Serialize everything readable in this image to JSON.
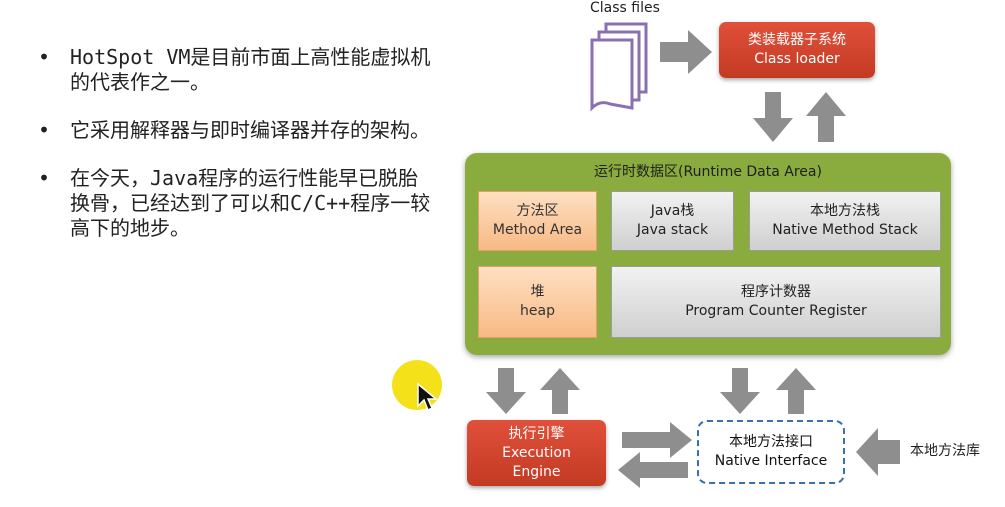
{
  "bullets": [
    "HotSpot VM是目前市面上高性能虚拟机的代表作之一。",
    "它采用解释器与即时编译器并存的架构。",
    "在今天，Java程序的运行性能早已脱胎换骨，已经达到了可以和C/C++程序一较高下的地步。"
  ],
  "diagram": {
    "class_files": "Class files",
    "class_loader": {
      "zh": "类装载器子系统",
      "en": "Class loader"
    },
    "runtime_area": "运行时数据区(Runtime Data Area)",
    "method_area": {
      "zh": "方法区",
      "en": "Method Area"
    },
    "java_stack": {
      "zh": "Java栈",
      "en": "Java stack"
    },
    "native_stack": {
      "zh": "本地方法栈",
      "en": "Native Method Stack"
    },
    "heap": {
      "zh": "堆",
      "en": "heap"
    },
    "pc_register": {
      "zh": "程序计数器",
      "en": "Program Counter Register"
    },
    "execution_engine": {
      "zh": "执行引擎",
      "en1": "Execution",
      "en2": "Engine"
    },
    "native_interface": {
      "zh": "本地方法接口",
      "en": "Native Interface"
    },
    "native_library": "本地方法库"
  },
  "colors": {
    "red": "#c33a22",
    "green": "#8aac3f",
    "orange": "#f8b985",
    "gray": "#cfcfcf",
    "dashed_blue": "#3a6fb0",
    "arrow_gray": "#8e8e8e",
    "highlight_yellow": "#f5e11a"
  },
  "icons": [
    "document-stack-icon",
    "arrow-icon",
    "mouse-cursor-icon"
  ]
}
